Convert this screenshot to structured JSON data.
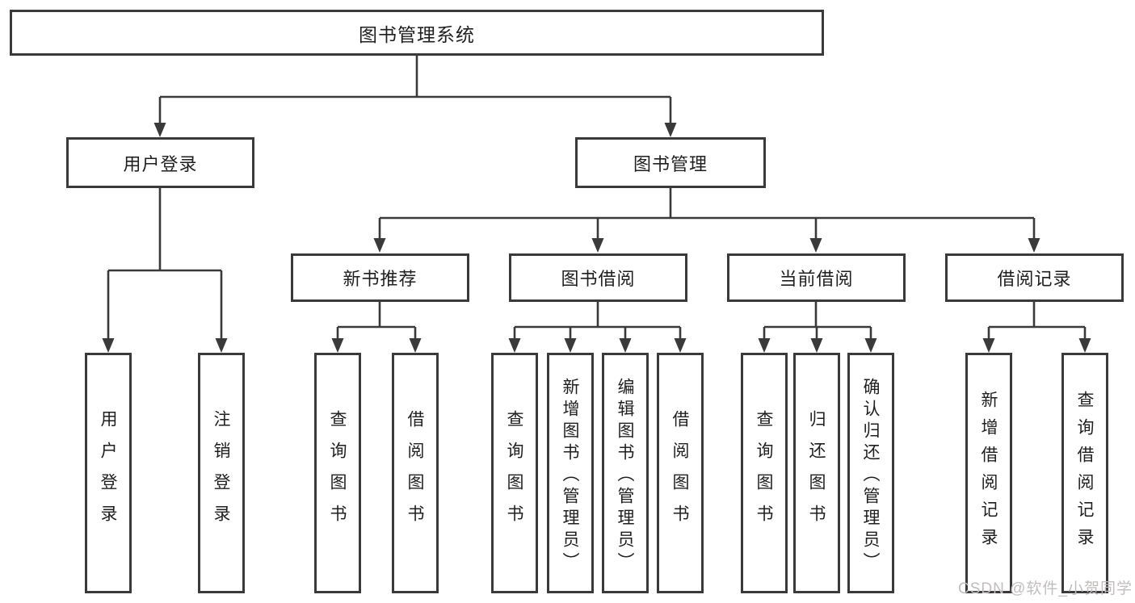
{
  "diagram_title": "图书管理系统",
  "tree": {
    "root": {
      "label": "图书管理系统"
    },
    "children": [
      {
        "label": "用户登录",
        "children": [
          {
            "label": "用户登录"
          },
          {
            "label": "注销登录"
          }
        ]
      },
      {
        "label": "图书管理",
        "children": [
          {
            "label": "新书推荐",
            "children": [
              {
                "label": "查询图书"
              },
              {
                "label": "借阅图书"
              }
            ]
          },
          {
            "label": "图书借阅",
            "children": [
              {
                "label": "查询图书"
              },
              {
                "label": "新增图书（管理员）"
              },
              {
                "label": "编辑图书（管理员）"
              },
              {
                "label": "借阅图书"
              }
            ]
          },
          {
            "label": "当前借阅",
            "children": [
              {
                "label": "查询图书"
              },
              {
                "label": "归还图书"
              },
              {
                "label": "确认归还（管理员）"
              }
            ]
          },
          {
            "label": "借阅记录",
            "children": [
              {
                "label": "新增借阅记录"
              },
              {
                "label": "查询借阅记录"
              }
            ]
          }
        ]
      }
    ]
  },
  "watermark": {
    "text": "CSDN @软件_小贺同学"
  },
  "colors": {
    "line": "#3a3a3a",
    "box_border": "#3a3a3a",
    "text": "#1f1f1f",
    "watermark": "#c2bdbd",
    "background": "#ffffff"
  }
}
